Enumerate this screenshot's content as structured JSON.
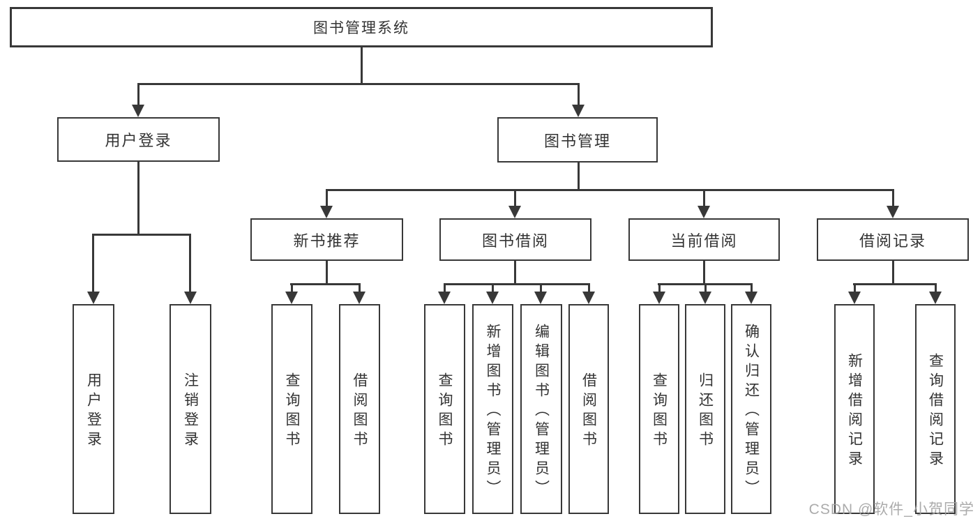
{
  "diagram": {
    "title_node": {
      "label": "图书管理系统"
    },
    "branches": [
      {
        "label": "用户登录",
        "children": [
          {
            "label": "用户登录"
          },
          {
            "label": "注销登录"
          }
        ]
      },
      {
        "label": "图书管理",
        "children": [
          {
            "label": "新书推荐",
            "children": [
              {
                "label": "查询图书"
              },
              {
                "label": "借阅图书"
              }
            ]
          },
          {
            "label": "图书借阅",
            "children": [
              {
                "label": "查询图书"
              },
              {
                "label": "新增图书（管理员）"
              },
              {
                "label": "编辑图书（管理员）"
              },
              {
                "label": "借阅图书"
              }
            ]
          },
          {
            "label": "当前借阅",
            "children": [
              {
                "label": "查询图书"
              },
              {
                "label": "归还图书"
              },
              {
                "label": "确认归还（管理员）"
              }
            ]
          },
          {
            "label": "借阅记录",
            "children": [
              {
                "label": "新增借阅记录"
              },
              {
                "label": "查询借阅记录"
              }
            ]
          }
        ]
      }
    ]
  },
  "watermark": {
    "text": "CSDN @软件_小贺同学"
  },
  "colors": {
    "line": "#383838",
    "text": "#333333",
    "watermark": "#a3a3a3",
    "background": "#ffffff"
  }
}
